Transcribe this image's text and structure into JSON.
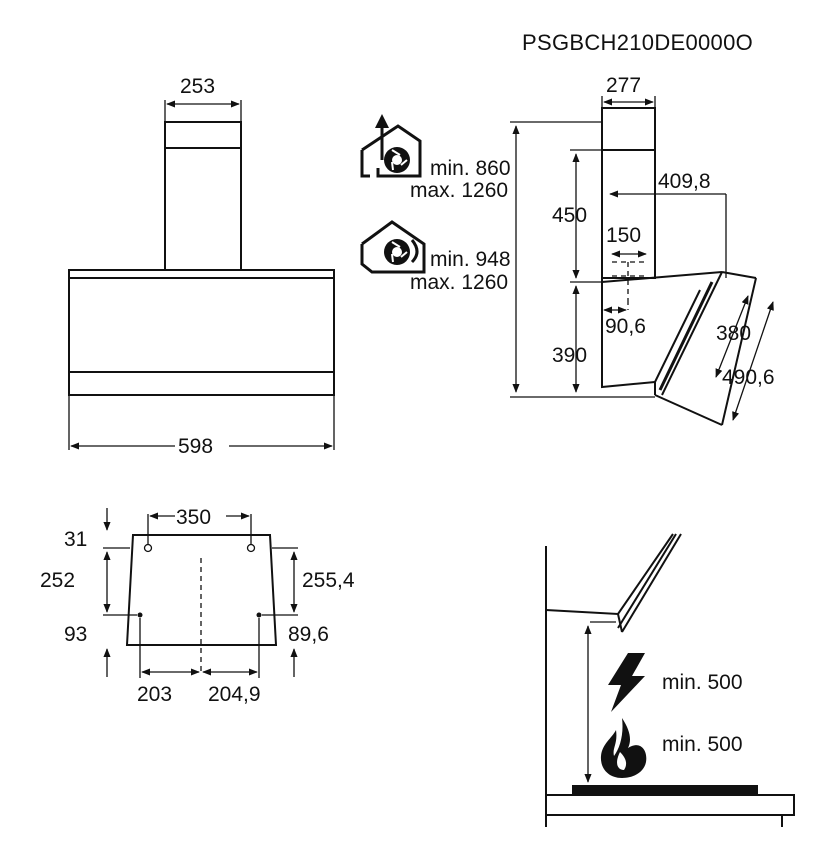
{
  "model_code": "PSGBCH210DE0000O",
  "front_view": {
    "chimney_width": "253",
    "hood_width": "598"
  },
  "side_view": {
    "chimney_depth": "277",
    "height_total": "450",
    "depth_overall": "409,8",
    "bracket_offset": "150",
    "outlet_offset": "90,6",
    "body_height": "390",
    "glass_inner": "380",
    "glass_outer": "490,6"
  },
  "install_heights": {
    "extraction": {
      "min": "min. 860",
      "max": "max. 1260",
      "icon": "extraction-mode-icon"
    },
    "recirculation": {
      "min": "min. 948",
      "max": "max. 1260",
      "icon": "recirculation-mode-icon"
    }
  },
  "mounting_template": {
    "top_hole_spacing": "350",
    "top_offset": "31",
    "left_vertical": "252",
    "right_vertical": "255,4",
    "left_bottom": "93",
    "right_bottom": "89,6",
    "left_center_offset": "203",
    "right_center_offset": "204,9"
  },
  "clearance": {
    "electric_hob": "min. 500",
    "gas_hob": "min. 500",
    "icons": [
      "lightning-icon",
      "flame-icon"
    ]
  }
}
